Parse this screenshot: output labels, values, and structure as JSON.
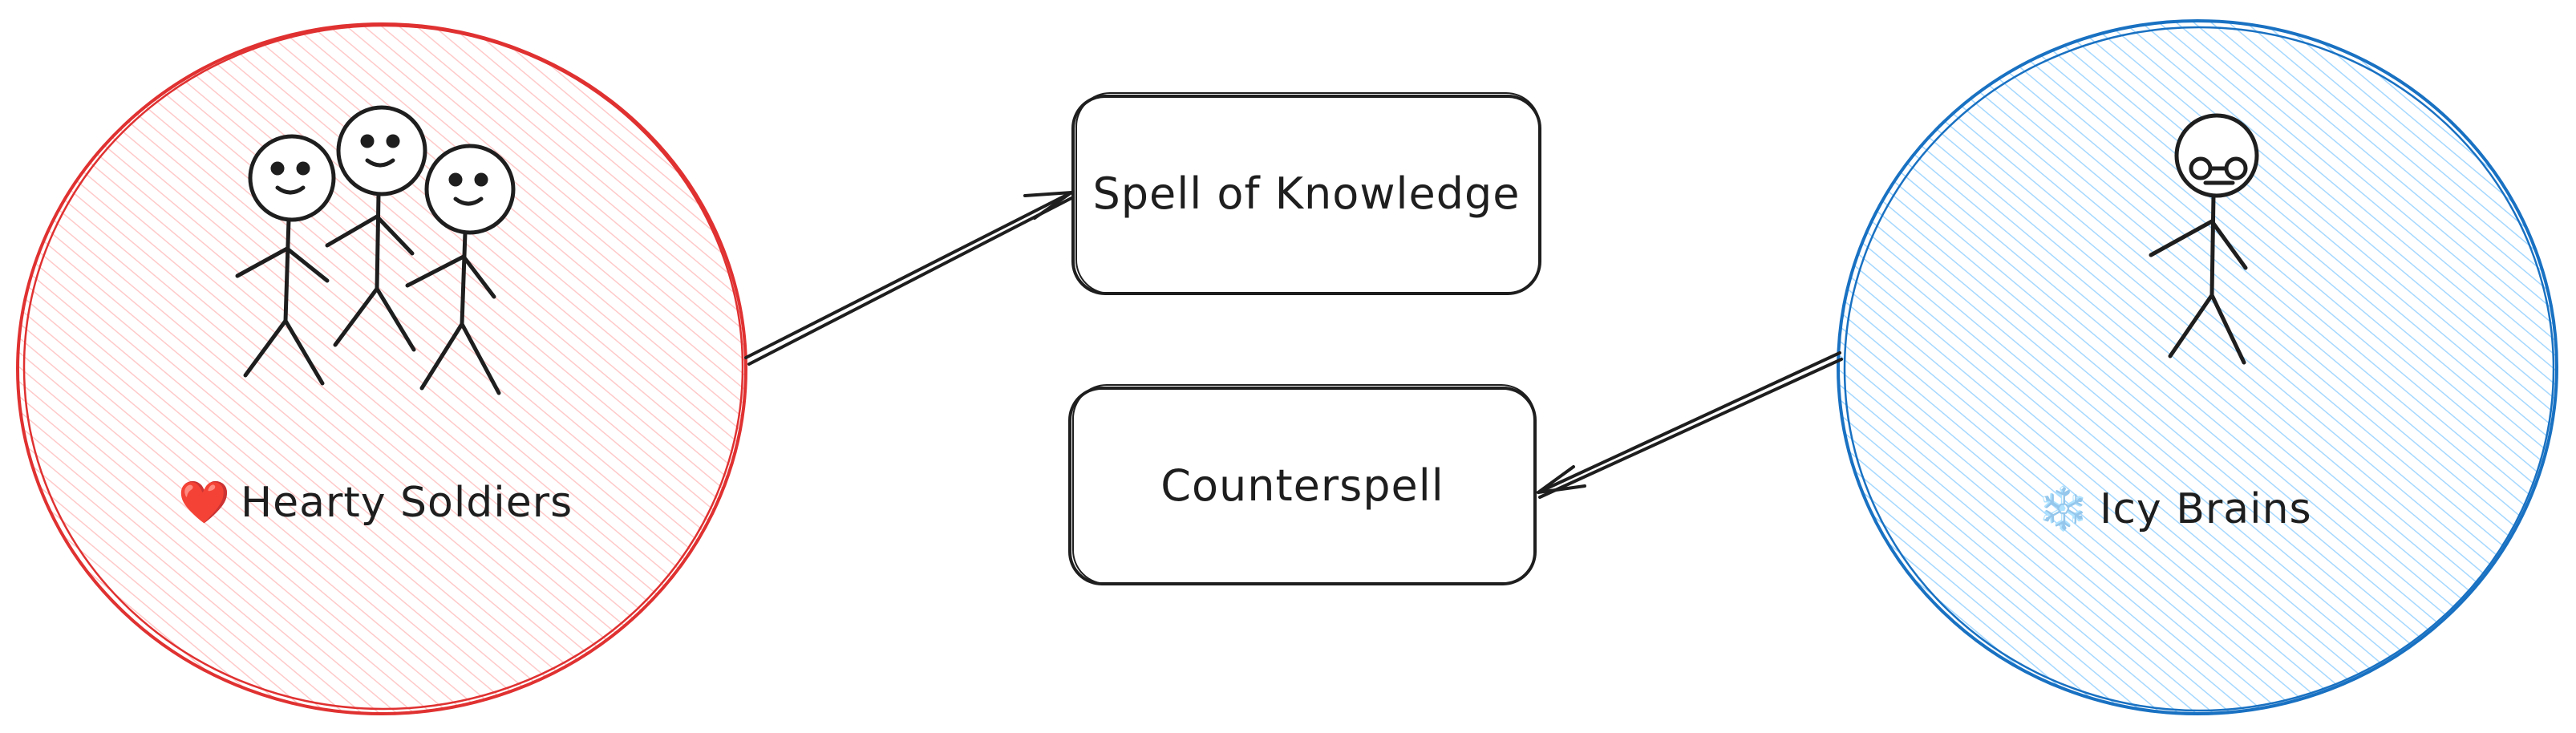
{
  "groups": {
    "left": {
      "name": "Hearty Soldiers",
      "icon": "heart-icon",
      "icon_glyph": "❤️",
      "stroke_color": "#e03131",
      "fill_color": "#ffc9c9",
      "figure_count": 3
    },
    "right": {
      "name": "Icy Brains",
      "icon": "snowflake-icon",
      "icon_glyph": "❄️",
      "stroke_color": "#1971c2",
      "fill_color": "#a5d8ff",
      "figure_count": 1
    }
  },
  "boxes": {
    "top": {
      "label": "Spell of Knowledge"
    },
    "bottom": {
      "label": "Counterspell"
    }
  },
  "colors": {
    "ink": "#1e1e1e",
    "background": "#ffffff"
  }
}
